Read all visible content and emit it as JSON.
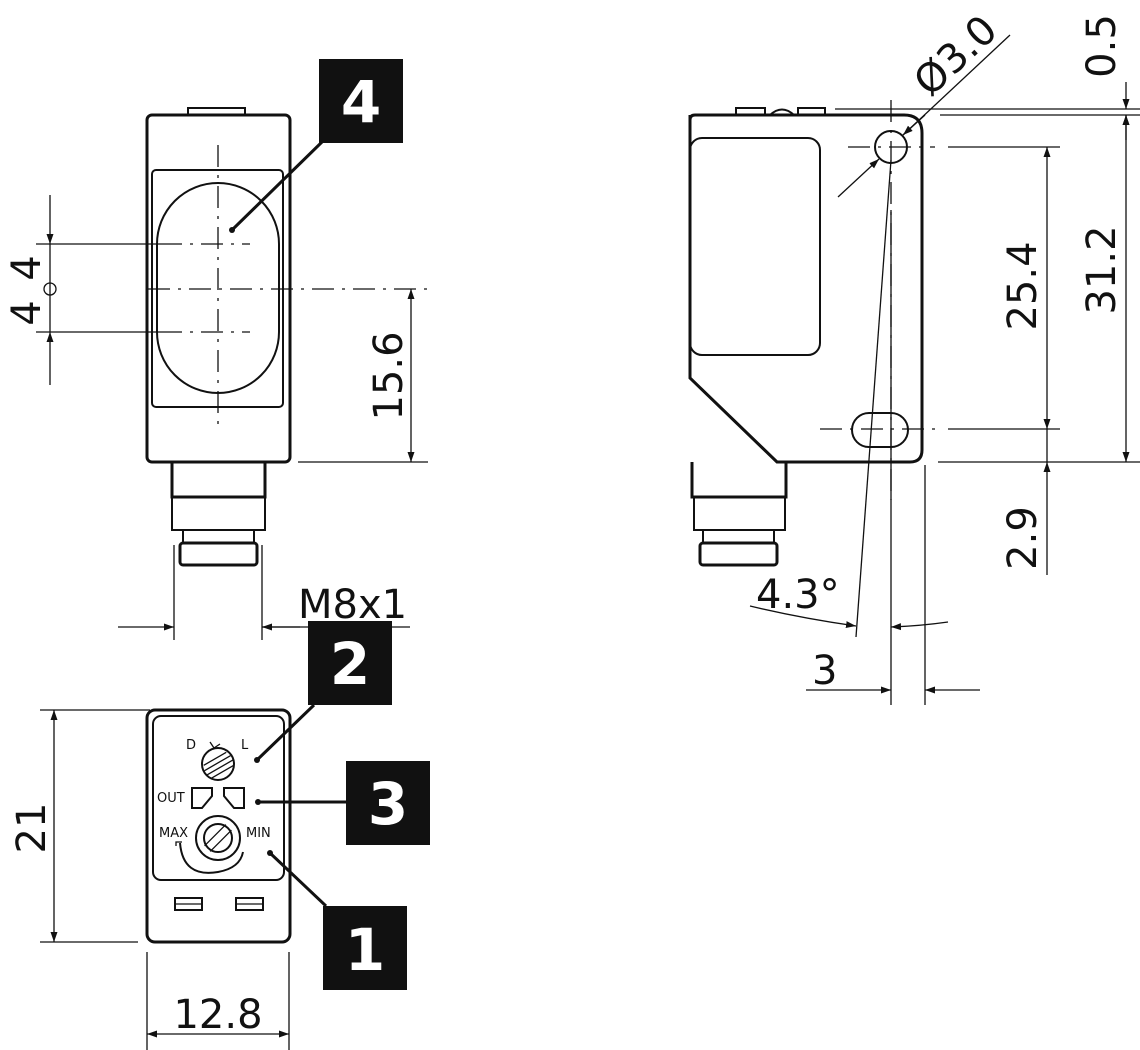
{
  "dimensions": {
    "spacing_upper": "4",
    "spacing_lower": "4",
    "height_axis": "15.6",
    "thread": "M8x1",
    "height_face": "21",
    "width_face": "12.8",
    "hole_diameter": "Ø3.0",
    "offset_top": "0.5",
    "hole_spacing": "25.4",
    "height_total": "31.2",
    "offset_bottom": "2.9",
    "angle": "4.3°",
    "offset_side": "3"
  },
  "panel_labels": {
    "dark": "D",
    "light": "L",
    "output": "OUT",
    "max": "MAX",
    "min": "MIN"
  },
  "callouts": [
    "4",
    "2",
    "3",
    "1"
  ]
}
